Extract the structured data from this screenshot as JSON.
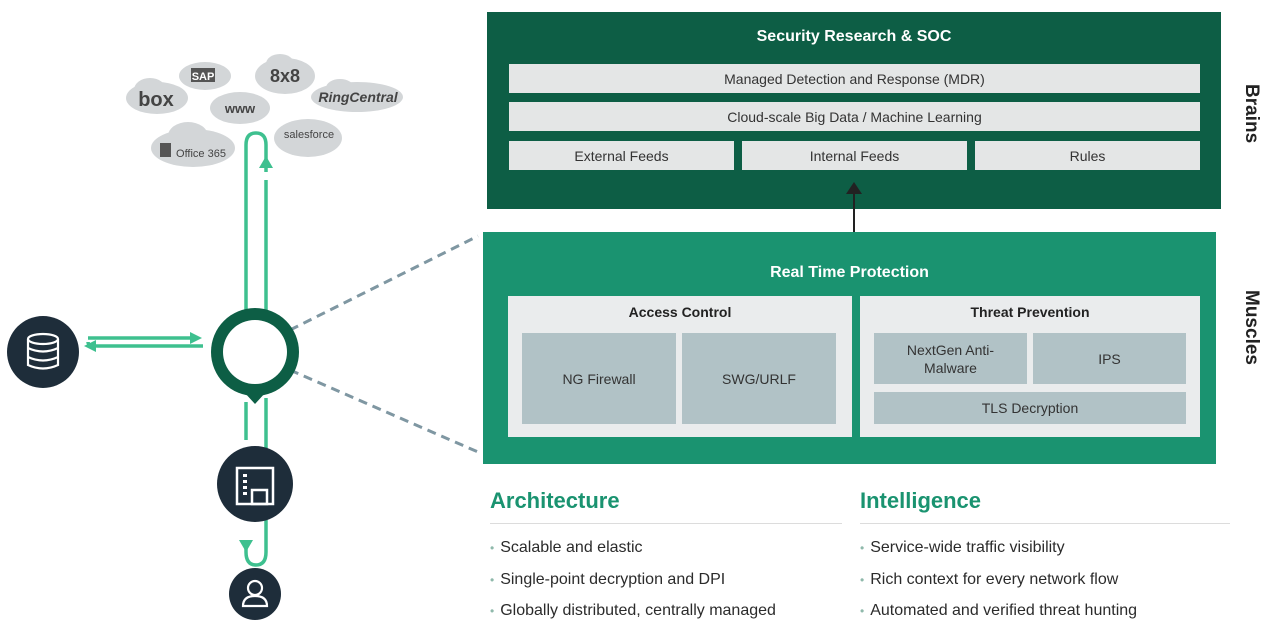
{
  "brains": {
    "title": "Security Research & SOC",
    "bars": [
      "Managed Detection and Response (MDR)",
      "Cloud-scale Big Data / Machine Learning"
    ],
    "feeds": [
      "External Feeds",
      "Internal Feeds",
      "Rules"
    ],
    "side_label": "Brains"
  },
  "muscles": {
    "title": "Real Time Protection",
    "side_label": "Muscles",
    "access_control": {
      "title": "Access Control",
      "tiles": [
        "NG Firewall",
        "SWG/URLF"
      ]
    },
    "threat_prevention": {
      "title": "Threat Prevention",
      "tiles": [
        "NextGen Anti-Malware",
        "IPS",
        "TLS Decryption"
      ]
    }
  },
  "clouds": [
    "box",
    "SAP",
    "www",
    "8x8",
    "RingCentral",
    "salesforce",
    "Office 365"
  ],
  "icons": [
    "database-icon",
    "building-icon",
    "user-icon"
  ],
  "architecture": {
    "heading": "Architecture",
    "items": [
      "Scalable and elastic",
      "Single-point decryption and DPI",
      "Globally distributed, centrally managed"
    ]
  },
  "intelligence": {
    "heading": "Intelligence",
    "items": [
      "Service-wide traffic visibility",
      "Rich context for every network flow",
      "Automated and verified threat hunting"
    ]
  },
  "colors": {
    "dark_green": "#0d5e45",
    "green": "#1a9370",
    "accent": "#3ec08f",
    "navy": "#1e2d3a"
  }
}
